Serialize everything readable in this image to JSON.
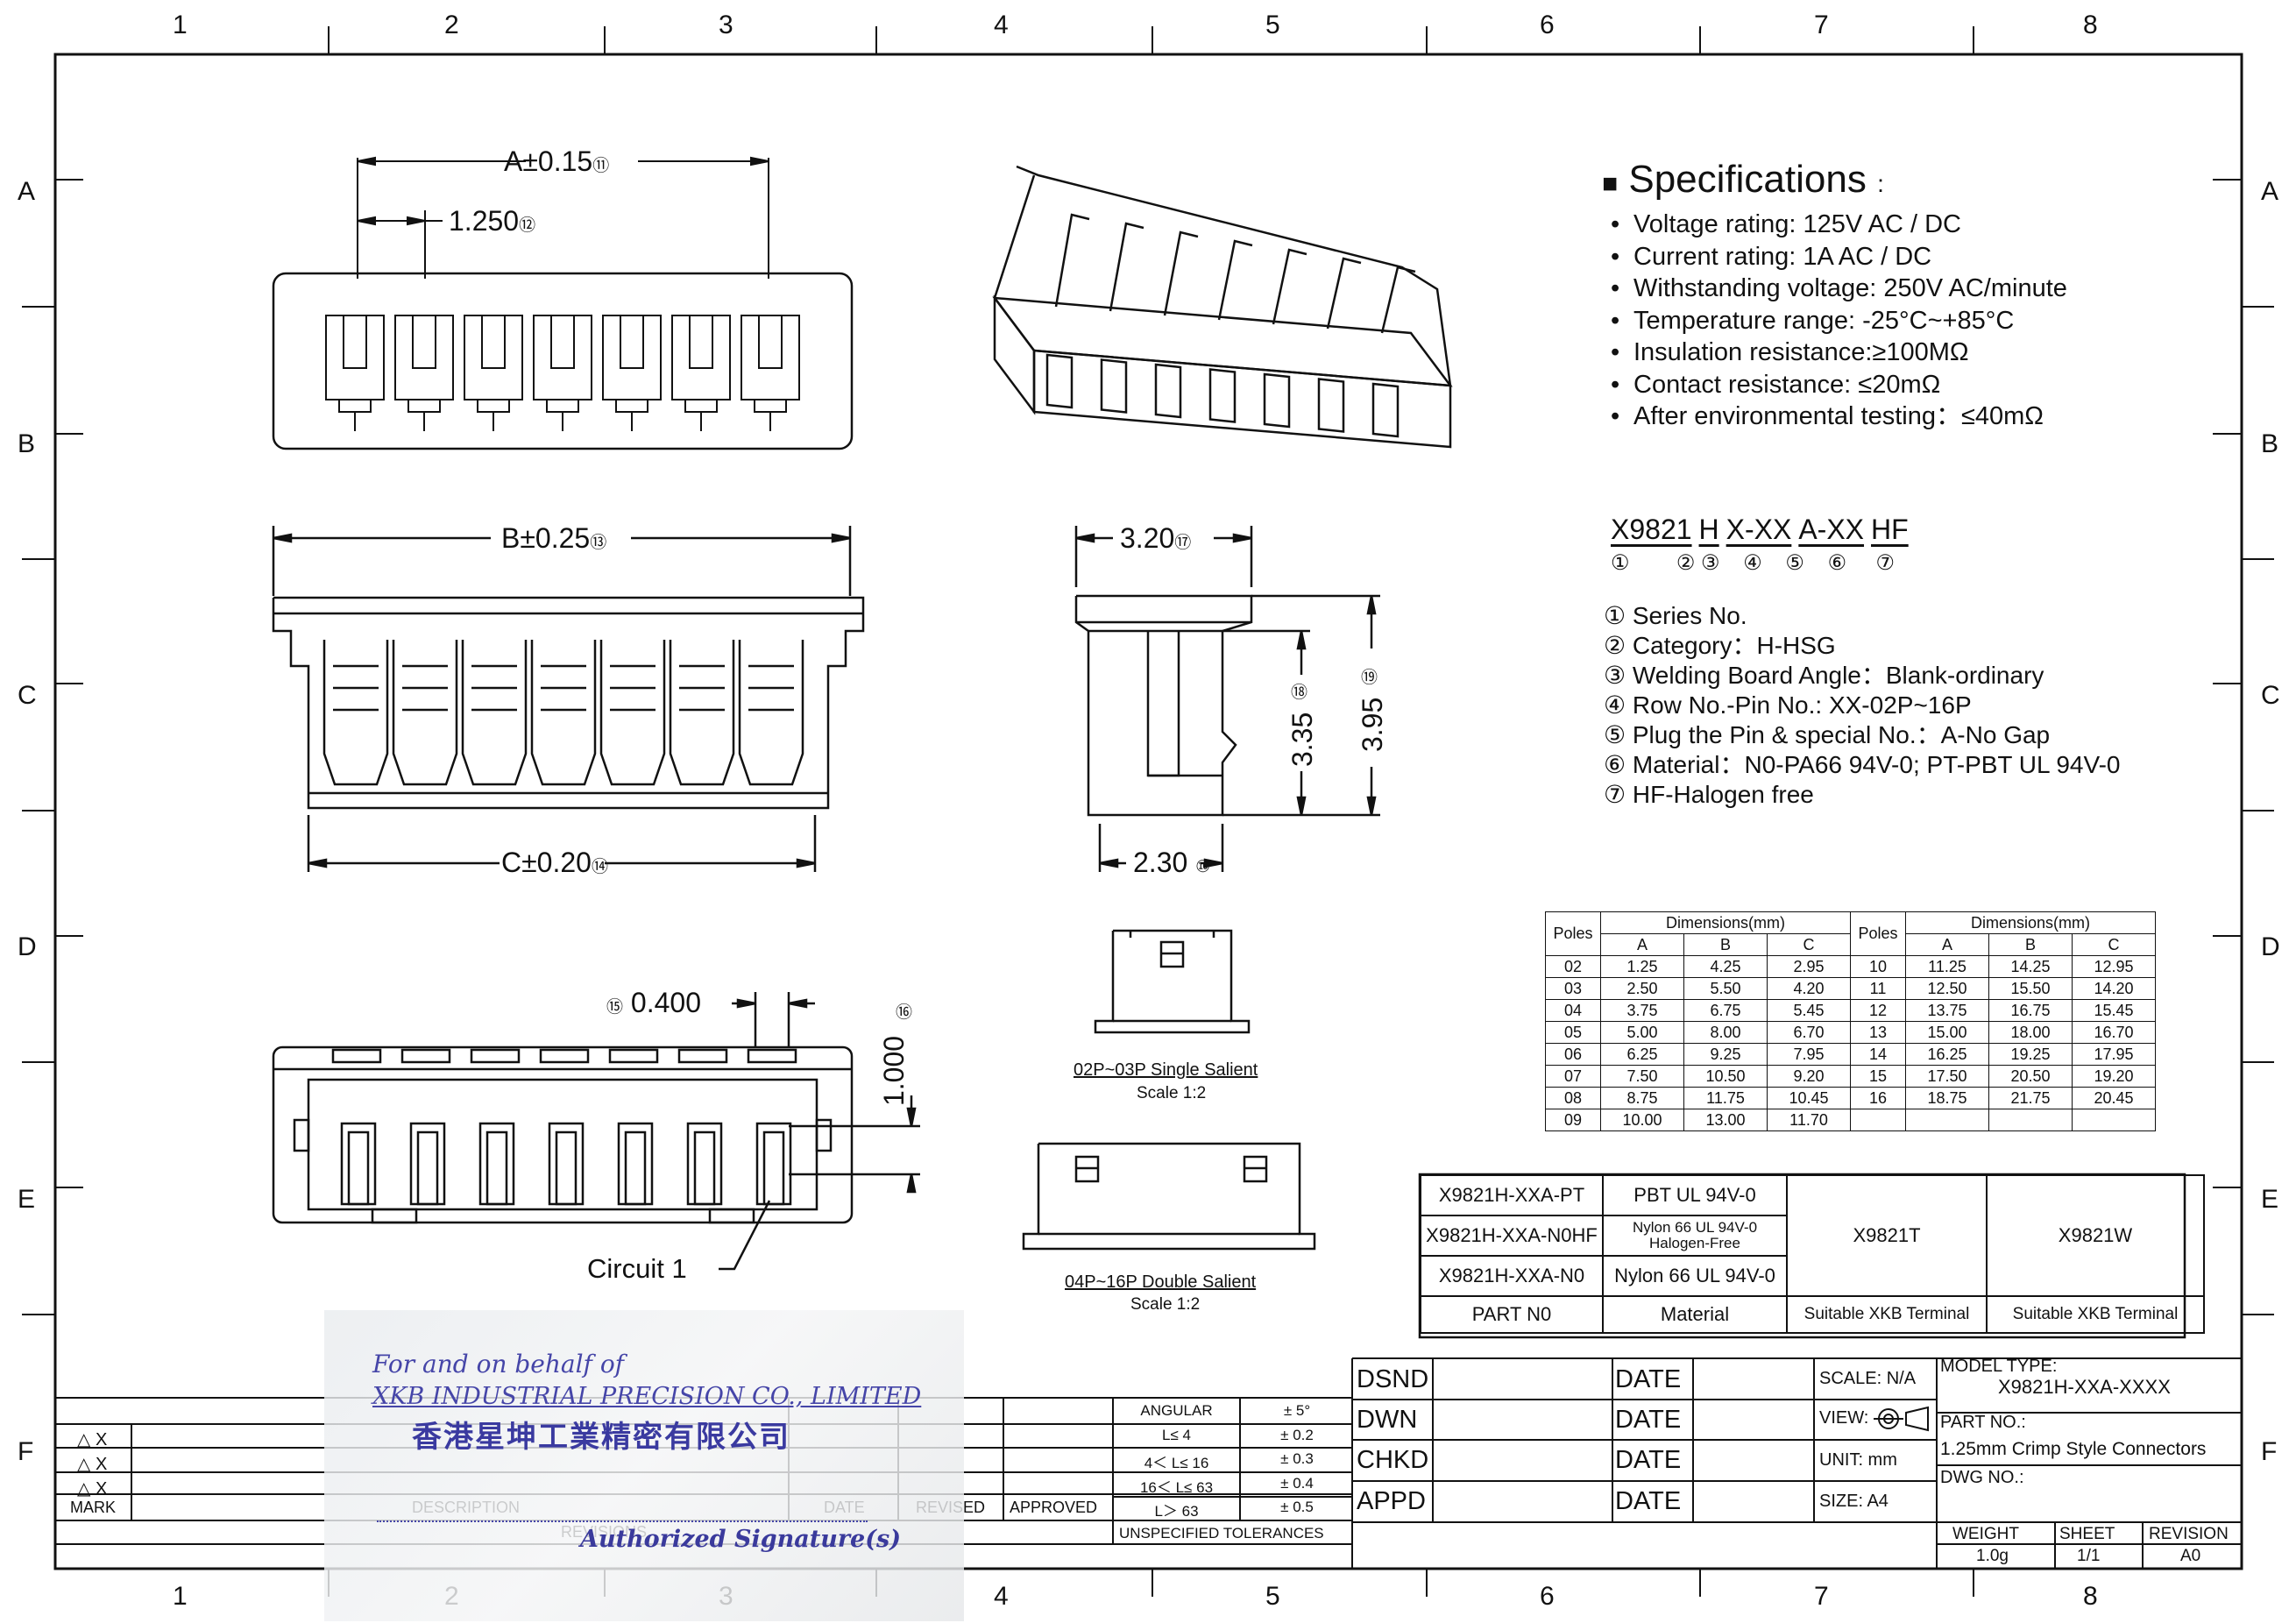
{
  "frame": {
    "columns": [
      "1",
      "2",
      "3",
      "4",
      "5",
      "6",
      "7",
      "8"
    ],
    "rows": [
      "A",
      "B",
      "C",
      "D",
      "E",
      "F"
    ]
  },
  "dimensions": {
    "a": "A±0.15",
    "a_idx": "⑪",
    "pitch": "1.250",
    "pitch_idx": "⑫",
    "b": "B±0.25",
    "b_idx": "⑬",
    "c": "C±0.20",
    "c_idx": "⑭",
    "gap": "0.400",
    "gap_idx": "⑮",
    "height1": "1.000",
    "height1_idx": "⑯",
    "width": "3.20",
    "width_idx": "⑰",
    "h335": "3.35",
    "h335_idx": "⑱",
    "h395": "3.95",
    "h395_idx": "⑲",
    "w230": "2.30",
    "w230_idx": "⑩",
    "circuit": "Circuit 1"
  },
  "salient": {
    "single_label": "02P~03P  Single  Salient",
    "single_scale": "Scale 1:2",
    "double_label": "04P~16P  Double  Salient",
    "double_scale": "Scale 1:2"
  },
  "specs": {
    "title": "Specifications",
    "title_suffix": ":",
    "items": [
      "Voltage rating: 125V AC / DC",
      "Current rating:  1A  AC / DC",
      "Withstanding voltage: 250V AC/minute",
      "Temperature range: -25°C~+85°C",
      "Insulation resistance:≥100MΩ",
      "Contact resistance: ≤20mΩ",
      "After environmental testing：≤40mΩ"
    ]
  },
  "part_number": {
    "segments": [
      "X9821",
      "H",
      "X-XX",
      "A-XX",
      "HF"
    ],
    "circles": "①        ② ③    ④    ⑤    ⑥     ⑦",
    "legend": [
      "① Series No.",
      "② Category：H-HSG",
      "③ Welding Board Angle：Blank-ordinary",
      "④ Row No.-Pin No.:  XX-02P~16P",
      "⑤ Plug the Pin & special No.：A-No Gap",
      "⑥ Material：N0-PA66 94V-0;  PT-PBT  UL 94V-0",
      "⑦ HF-Halogen free"
    ]
  },
  "dim_table": {
    "poles_header": "Poles",
    "dims_header": "Dimensions(mm)",
    "cols": [
      "A",
      "B",
      "C"
    ],
    "left": [
      [
        "02",
        "1.25",
        "4.25",
        "2.95"
      ],
      [
        "03",
        "2.50",
        "5.50",
        "4.20"
      ],
      [
        "04",
        "3.75",
        "6.75",
        "5.45"
      ],
      [
        "05",
        "5.00",
        "8.00",
        "6.70"
      ],
      [
        "06",
        "6.25",
        "9.25",
        "7.95"
      ],
      [
        "07",
        "7.50",
        "10.50",
        "9.20"
      ],
      [
        "08",
        "8.75",
        "11.75",
        "10.45"
      ],
      [
        "09",
        "10.00",
        "13.00",
        "11.70"
      ]
    ],
    "right": [
      [
        "10",
        "11.25",
        "14.25",
        "12.95"
      ],
      [
        "11",
        "12.50",
        "15.50",
        "14.20"
      ],
      [
        "12",
        "13.75",
        "16.75",
        "15.45"
      ],
      [
        "13",
        "15.00",
        "18.00",
        "16.70"
      ],
      [
        "14",
        "16.25",
        "19.25",
        "17.95"
      ],
      [
        "15",
        "17.50",
        "20.50",
        "19.20"
      ],
      [
        "16",
        "18.75",
        "21.75",
        "20.45"
      ],
      [
        "",
        "",
        "",
        ""
      ]
    ]
  },
  "material_table": {
    "rows": [
      [
        "X9821H-XXA-PT",
        "PBT  UL 94V-0"
      ],
      [
        "X9821H-XXA-N0HF",
        "Nylon 66  UL 94V-0\nHalogen-Free"
      ],
      [
        "X9821H-XXA-N0",
        "Nylon 66  UL 94V-0"
      ]
    ],
    "terminal_t": "X9821T",
    "terminal_w": "X9821W",
    "footer": [
      "PART N0",
      "Material",
      "Suitable XKB Terminal",
      "Suitable XKB Terminal"
    ]
  },
  "title_block": {
    "dsnd": "DSND",
    "dwn": "DWN",
    "chkd": "CHKD",
    "appd": "APPD",
    "date": "DATE",
    "scale": "SCALE: N/A",
    "view": "VIEW:",
    "unit": "UNIT:  mm",
    "size": "SIZE:  A4",
    "model_type_label": "MODEL TYPE:",
    "model_type": "X9821H-XXA-XXXX",
    "part_no_label": "PART NO.:",
    "part_no": "1.25mm Crimp Style Connectors",
    "dwg_no_label": "DWG NO.:",
    "weight_label": "WEIGHT",
    "weight": "1.0g",
    "sheet_label": "SHEET",
    "sheet": "1/1",
    "revision_label": "REVISION",
    "revision": "A0"
  },
  "revisions": {
    "marks": [
      "△ X",
      "△ X",
      "△ X"
    ],
    "mark": "MARK",
    "description": "DESCRIPTION",
    "date": "DATE",
    "revised": "REVISED",
    "approved": "APPROVED",
    "revisions": "REVISIONS",
    "tolerances": [
      [
        "ANGULAR",
        "± 5°"
      ],
      [
        "L≤ 4",
        "± 0.2"
      ],
      [
        "4＜ L≤ 16",
        "± 0.3"
      ],
      [
        "16＜ L≤ 63",
        "± 0.4"
      ],
      [
        "L＞ 63",
        "± 0.5"
      ]
    ],
    "unspecified": "UNSPECIFIED  TOLERANCES"
  },
  "stamp": {
    "line1": "For and on behalf of",
    "line2": "XKB INDUSTRIAL PRECISION CO., LIMITED",
    "line3": "香港星坤工業精密有限公司",
    "signature": "Authorized Signature(s)"
  }
}
